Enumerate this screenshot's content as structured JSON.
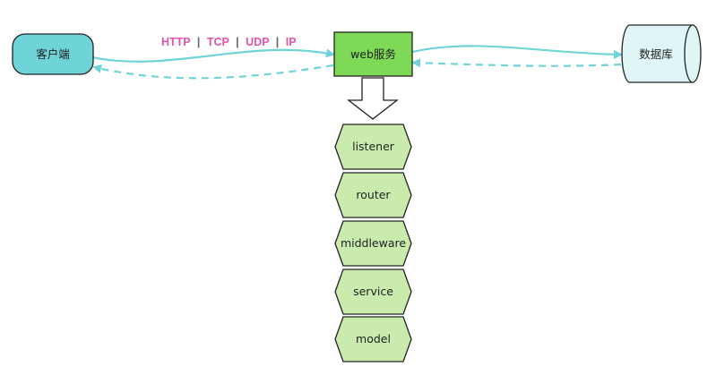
{
  "nodes": {
    "client": {
      "label": "客户端",
      "fill": "#6fd4d8"
    },
    "web": {
      "label": "web服务",
      "fill": "#7ed957"
    },
    "db": {
      "label": "数据库",
      "fill": "#e0f6f6"
    }
  },
  "protocol": {
    "http": "HTTP",
    "tcp": "TCP",
    "udp": "UDP",
    "ip": "IP",
    "separator": "|",
    "color": "#e055a8",
    "separator_color": "#666666"
  },
  "layers": [
    {
      "label": "listener"
    },
    {
      "label": "router"
    },
    {
      "label": "middleware"
    },
    {
      "label": "service"
    },
    {
      "label": "model"
    }
  ],
  "colors": {
    "connector": "#6fd4d8",
    "layer_fill": "#c9ecae",
    "stroke": "#222222"
  }
}
